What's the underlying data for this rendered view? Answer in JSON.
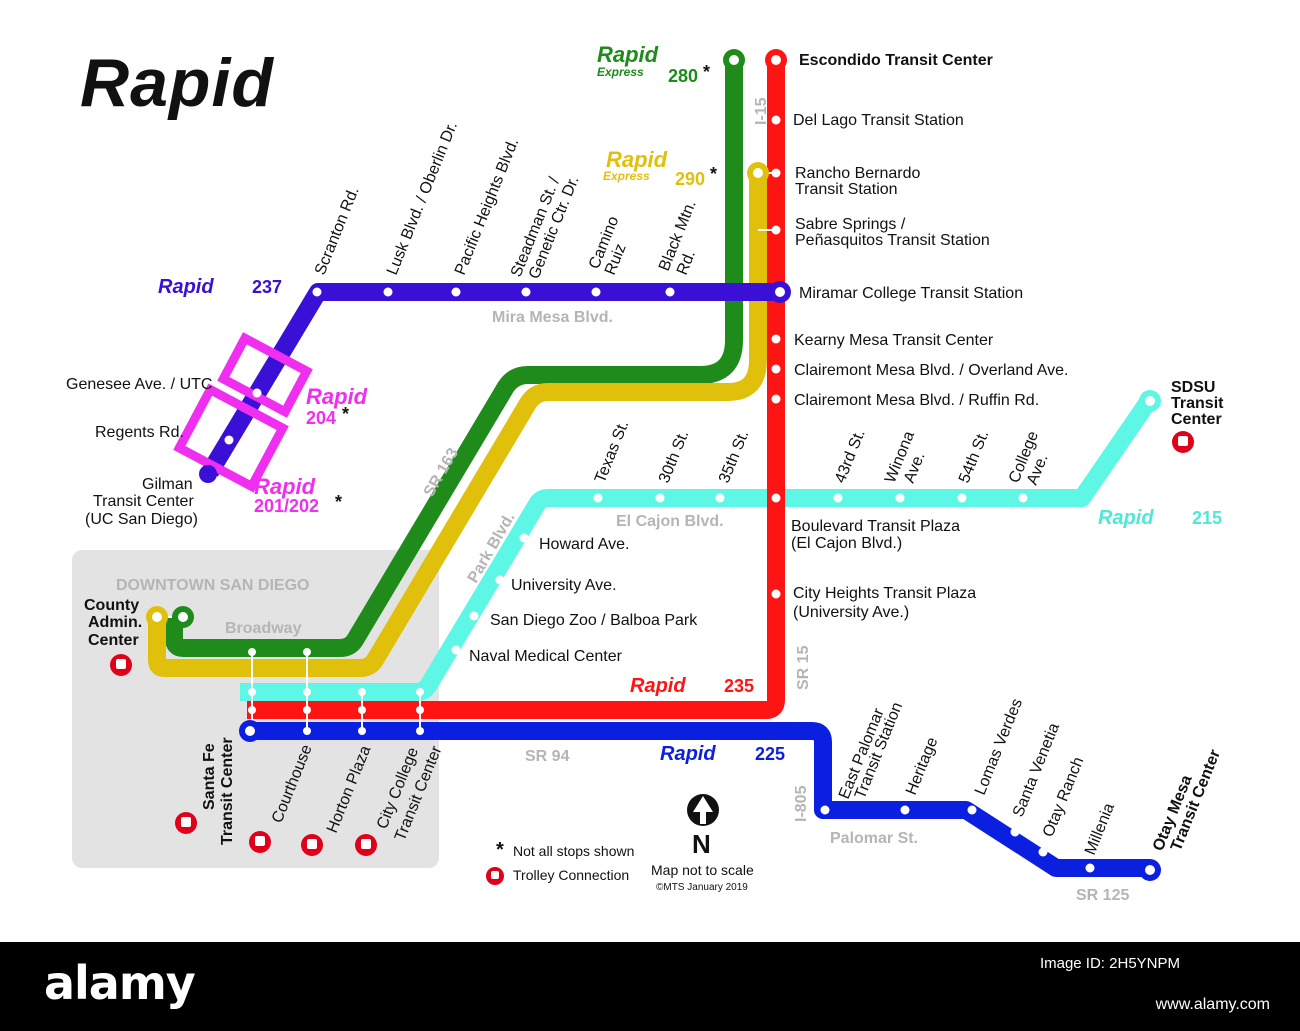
{
  "title": "Rapid",
  "colors": {
    "r237": "#3a0fd6",
    "r204": "#f02ef0",
    "r280": "#1e8b1a",
    "r290": "#e1c00c",
    "r215": "#5ef7e6",
    "r235": "#ff1414",
    "r225": "#0b1fe0",
    "roadlabel": "#b5b5b5",
    "downtown": "#e3e3e3",
    "trolley": "#e0001a"
  },
  "routes": {
    "r280": {
      "rapid": "Rapid",
      "express": "Express",
      "num": "280",
      "star": "*"
    },
    "r290": {
      "rapid": "Rapid",
      "express": "Express",
      "num": "290",
      "star": "*"
    },
    "r237": {
      "rapid": "Rapid",
      "num": "237"
    },
    "r204": {
      "rapid": "Rapid",
      "num": "204",
      "star": "*"
    },
    "r201": {
      "rapid": "Rapid",
      "num": "201/202",
      "star": "*"
    },
    "r215": {
      "rapid": "Rapid",
      "num": "215"
    },
    "r235": {
      "rapid": "Rapid",
      "num": "235"
    },
    "r225": {
      "rapid": "Rapid",
      "num": "225"
    }
  },
  "roads": {
    "i15": "I-15",
    "mira_mesa": "Mira Mesa Blvd.",
    "sr163": "SR 163",
    "park": "Park Blvd.",
    "el_cajon": "El Cajon Blvd.",
    "sr15": "SR 15",
    "broadway": "Broadway",
    "sr94": "SR 94",
    "i805": "I-805",
    "palomar": "Palomar St.",
    "sr125": "SR 125",
    "downtown": "DOWNTOWN SAN DIEGO"
  },
  "stations": {
    "escondido": "Escondido Transit Center",
    "del_lago": "Del Lago Transit Station",
    "rancho1": "Rancho Bernardo",
    "rancho2": "Transit Station",
    "sabre1": "Sabre Springs /",
    "sabre2": "Peñasquitos Transit Station",
    "miramar": "Miramar College Transit Station",
    "kearny": "Kearny Mesa Transit Center",
    "clair_overland": "Clairemont Mesa Blvd. / Overland Ave.",
    "clair_ruffin": "Clairemont Mesa Blvd. / Ruffin Rd.",
    "boulevard1": "Boulevard Transit Plaza",
    "boulevard2": "(El Cajon Blvd.)",
    "city_heights1": "City Heights Transit Plaza",
    "city_heights2": "(University Ave.)",
    "scranton": "Scranton Rd.",
    "lusk": "Lusk Blvd. / Oberlin Dr.",
    "pacific": "Pacific Heights Blvd.",
    "steadman1": "Steadman St. /",
    "steadman2": "Genetic Ctr. Dr.",
    "camino1": "Camino",
    "camino2": "Ruiz",
    "black1": "Black Mtn.",
    "black2": "Rd.",
    "genesee": "Genesee Ave. / UTC",
    "regents": "Regents Rd.",
    "gilman1": "Gilman",
    "gilman2": "Transit Center",
    "gilman3": "(UC San Diego)",
    "texas": "Texas St.",
    "st30": "30th St.",
    "st35": "35th St.",
    "st43": "43rd St.",
    "winona1": "Winona",
    "winona2": "Ave.",
    "st54": "54th St.",
    "college1": "College",
    "college2": "Ave.",
    "sdsu1": "SDSU",
    "sdsu2": "Transit",
    "sdsu3": "Center",
    "howard": "Howard Ave.",
    "university": "University Ave.",
    "zoo": "San Diego Zoo / Balboa Park",
    "naval": "Naval Medical Center",
    "county1": "County",
    "county2": "Admin.",
    "county3": "Center",
    "santafe1": "Santa Fe",
    "santafe2": "Transit Center",
    "courthouse": "Courthouse",
    "horton": "Horton Plaza",
    "citycollege1": "City College",
    "citycollege2": "Transit Center",
    "eastpalomar1": "East Palomar",
    "eastpalomar2": "Transit Station",
    "heritage": "Heritage",
    "lomas": "Lomas Verdes",
    "venetia": "Santa Venetia",
    "otay_ranch": "Otay Ranch",
    "millenia": "Millenia",
    "otaymesa1": "Otay Mesa",
    "otaymesa2": "Transit Center"
  },
  "legend": {
    "star": "*",
    "not_all": "Not all stops shown",
    "trolley": "Trolley Connection",
    "north": "N",
    "not_scale": "Map not to scale",
    "copyright": "©MTS January 2019"
  },
  "footer": {
    "brand": "alamy",
    "image_id": "Image ID: 2H5YNPM",
    "site": "www.alamy.com"
  }
}
